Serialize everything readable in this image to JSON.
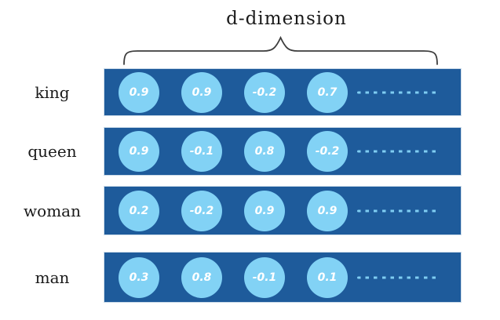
{
  "title": "d-dimension",
  "rows": [
    {
      "label": "king",
      "values": [
        "0.9",
        "0.9",
        "-0.2",
        "0.7"
      ]
    },
    {
      "label": "queen",
      "values": [
        "0.9",
        "-0.1",
        "0.8",
        "-0.2"
      ]
    },
    {
      "label": "woman",
      "values": [
        "0.2",
        "-0.2",
        "0.9",
        "0.9"
      ]
    },
    {
      "label": "man",
      "values": [
        "0.3",
        "0.8",
        "-0.1",
        "0.1"
      ]
    }
  ],
  "colors": {
    "bar-bg": "#1E5B9B",
    "circle-bg": "#82D2F5",
    "dot-color": "#7FCDF2",
    "value-color": "#FFFFFF",
    "label-color": "#1A1A1A",
    "brace-color": "#3D3D3D"
  }
}
